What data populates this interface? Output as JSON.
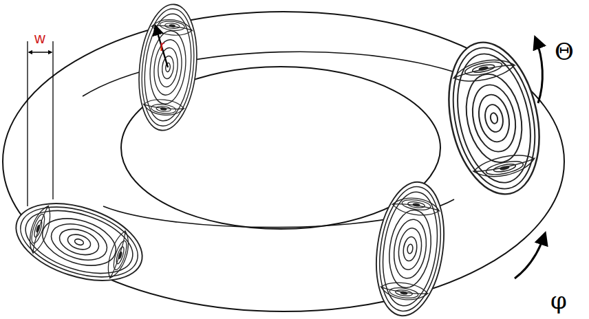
{
  "diagram": {
    "labels": [
      "w",
      "r",
      "Θ",
      "φ"
    ]
  }
}
